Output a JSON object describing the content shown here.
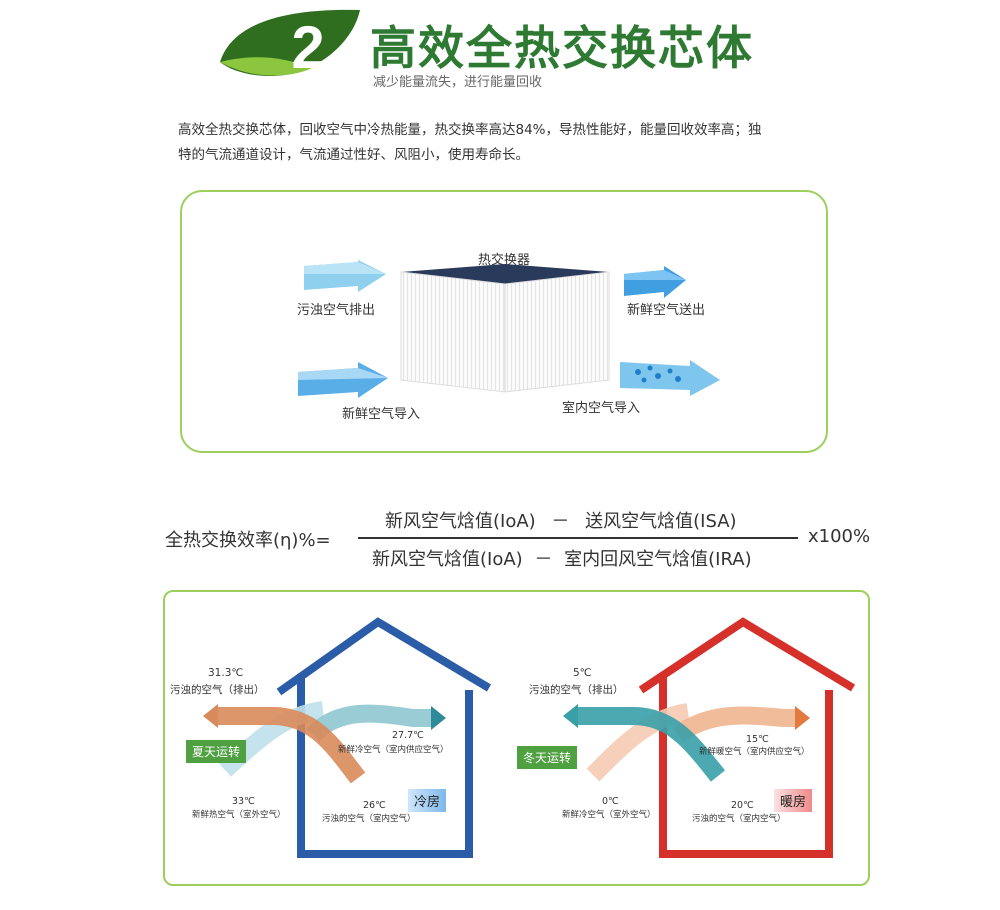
{
  "header": {
    "number": "2",
    "title": "高效全热交换芯体",
    "subtitle": "减少能量流失，进行能量回收",
    "colors": {
      "title": "#2e7a32",
      "leaf_dark": "#2f6e1f",
      "leaf_light": "#8cc63f"
    }
  },
  "intro": {
    "line1": "高效全热交换芯体，回收空气中冷热能量，热交换率高达84%，导热性能好，能量回收效率高；独",
    "line2": "特的气流通道设计，气流通过性好、风阻小，使用寿命长。"
  },
  "exchanger_panel": {
    "core_label": "热交换器",
    "dirty_out": "污浊空气排出",
    "fresh_out": "新鲜空气送出",
    "fresh_in": "新鲜空气导入",
    "indoor_in": "室内空气导入",
    "border_color": "#9ccf5c"
  },
  "formula": {
    "left": "全热交换效率(η)%=",
    "numerator_a": "新风空气焓值(IoA)",
    "numerator_op": "－",
    "numerator_b": "送风空气焓值(ISA)",
    "denominator_a": "新风空气焓值(IoA)",
    "denominator_op": "－",
    "denominator_b": "室内回风空气焓值(IRA)",
    "right": "x100%"
  },
  "summer": {
    "exhaust_temp": "31.3℃",
    "exhaust_label": "污浊的空气（排出）",
    "mode": "夏天运转",
    "supply_temp": "27.7℃",
    "supply_label": "新鲜冷空气（室内供应空气）",
    "outdoor_temp": "33℃",
    "outdoor_label": "新鲜热空气（室外空气）",
    "indoor_temp": "26℃",
    "indoor_label": "污浊的空气（室内空气）",
    "tag": "冷房",
    "house_color": "#2a5ca8"
  },
  "winter": {
    "exhaust_temp": "5℃",
    "exhaust_label": "污浊的空气（排出）",
    "mode": "冬天运转",
    "supply_temp": "15℃",
    "supply_label": "新鲜暖空气（室内供应空气）",
    "outdoor_temp": "0℃",
    "outdoor_label": "新鲜冷空气（室外空气）",
    "indoor_temp": "20℃",
    "indoor_label": "污浊的空气（室内空气）",
    "tag": "暖房",
    "house_color": "#d6302a"
  }
}
